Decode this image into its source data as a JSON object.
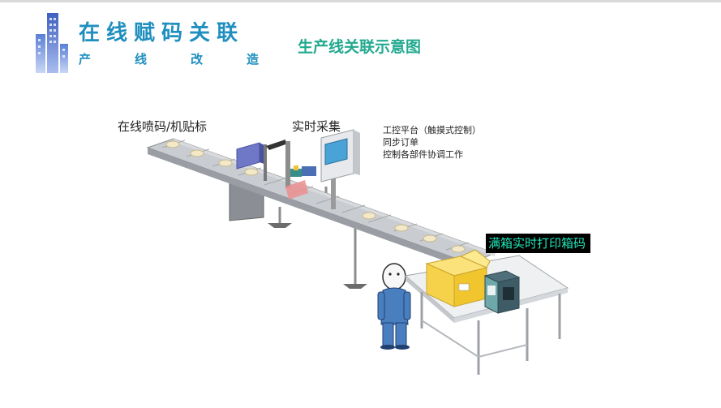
{
  "header": {
    "title": "在线赋码关联",
    "subtitle_chars": [
      "产",
      "线",
      "改",
      "造"
    ]
  },
  "diagram": {
    "title": "生产线关联示意图",
    "labels": {
      "online_print": "在线喷码/机贴标",
      "realtime_collect": "实时采集",
      "ipc_lines": [
        "工控平台（触摸式控制）",
        "同步订单",
        "控制各部件协调工作"
      ],
      "full_box_print": "满箱实时打印箱码"
    }
  },
  "colors": {
    "title_blue": "#1f8fbf",
    "diagram_title_green": "#22a98f",
    "highlight_cyan": "#22e6b8"
  }
}
